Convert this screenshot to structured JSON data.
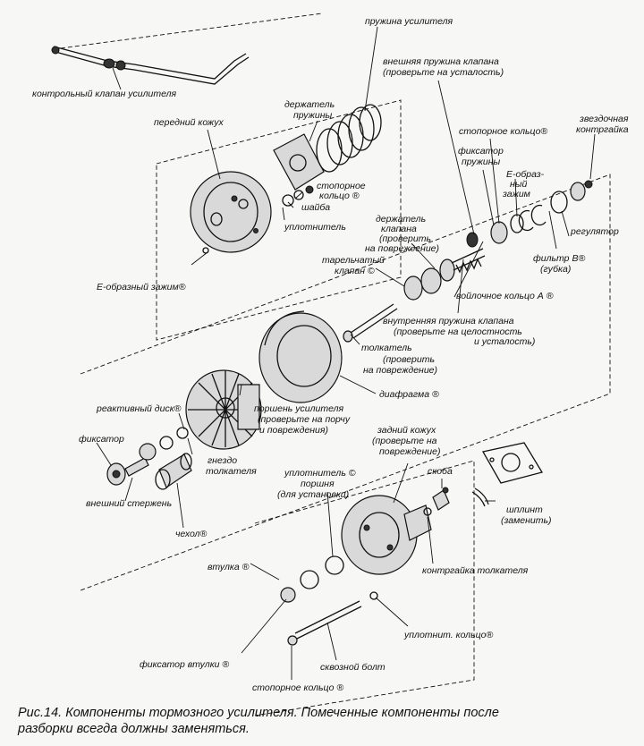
{
  "labels": {
    "booster_spring": "пружина усилителя",
    "valve_outer_spring_1": "внешняя пружина клапана",
    "valve_outer_spring_2": "(проверьте на усталость)",
    "booster_check_valve": "контрольный клапан усилителя",
    "spring_holder_1": "держатель",
    "spring_holder_2": "пружины",
    "front_shell": "передний кожух",
    "retaining_ring_top": "стопорное кольцо®",
    "star_lock_1": "звездочная",
    "star_lock_2": "контргайка",
    "spring_retainer_1": "фиксатор",
    "spring_retainer_2": "пружины",
    "retaining_ring_mid_1": "стопорное",
    "retaining_ring_mid_2": "кольцо ®",
    "washer": "шайба",
    "seal_top": "уплотнитель",
    "e_clip_right_1": "Е-образ-",
    "e_clip_right_2": "ный",
    "e_clip_right_3": "зажим",
    "regulator": "регулятор",
    "valve_holder_1": "держатель",
    "valve_holder_2": "клапана",
    "valve_holder_3": "(проверить",
    "valve_holder_4": "на повреждение)",
    "poppet_valve_1": "тарельчатый",
    "poppet_valve_2": "клапан ©",
    "filter_b_1": "фильтр В®",
    "filter_b_2": "(губка)",
    "e_clip_left": "Е-образный зажим®",
    "felt_ring": "войлочное кольцо А ®",
    "inner_spring_1": "внутренняя пружина клапана",
    "inner_spring_2": "(проверьте на целостность",
    "inner_spring_3": "и усталость)",
    "push_rod_1": "толкатель",
    "push_rod_2": "(проверить",
    "push_rod_3": "на повреждение)",
    "diaphragm": "диафрагма ®",
    "reaction_disc": "реактивный диск®",
    "booster_piston_1": "поршень усилителя",
    "booster_piston_2": "(проверьте на порчу",
    "booster_piston_3": "и повреждения)",
    "retainer_left": "фиксатор",
    "pushrod_seat_1": "гнездо",
    "pushrod_seat_2": "толкателя",
    "outer_stem": "внешний стержень",
    "rear_shell_1": "задний кожух",
    "rear_shell_2": "(проверьте на",
    "rear_shell_3": "повреждение)",
    "piston_seal_1": "уплотнитель ©",
    "piston_seal_2": "поршня",
    "piston_seal_3": "(для установки)",
    "clevis": "скоба",
    "cover": "чехол®",
    "cotter_pin_1": "шплинт",
    "cotter_pin_2": "(заменить)",
    "bushing": "втулка ®",
    "pushrod_locknut": "контргайка толкателя",
    "o_ring": "уплотнит. кольцо®",
    "bushing_retainer": "фиксатор втулки ®",
    "through_bolt": "сквозной болт",
    "retaining_ring_bottom": "стопорное кольцо ®"
  },
  "caption": {
    "line1": "Рис.14. Компоненты тормозного усилителя. Помеченные компоненты после",
    "line2": "разборки всегда должны заменяться."
  }
}
